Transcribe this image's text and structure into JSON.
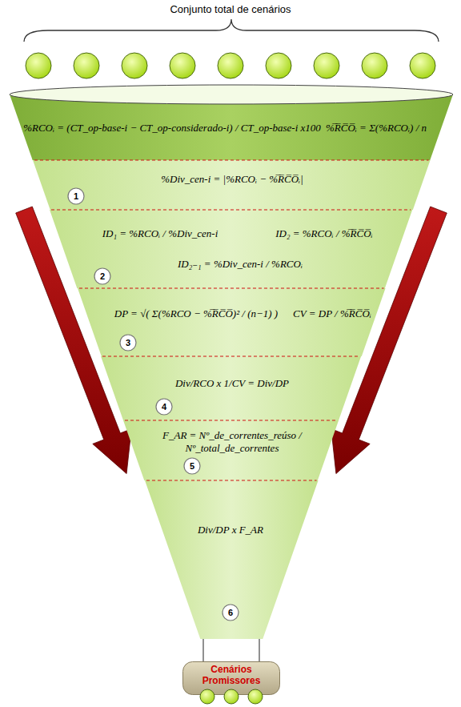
{
  "diagram": {
    "nodes": [
      {
        "text": [
          "%RCOᵢ = (CT_op-base-i − CT_op-considerado-i) / CT_op-base-i x100",
          "%̅R̅C̅O̅ᵢ = Σ(%RCOᵢ) / n"
        ]
      },
      {
        "text": [
          "%Div_cen-i = |%RCOᵢ − %̅R̅C̅O̅ᵢ|"
        ]
      },
      {
        "text": [
          "1"
        ],
        "in": 1
      },
      {
        "text": [
          "ID₁ = %RCOᵢ / %Div_cen-i",
          "ID₂ = %RCOᵢ / %̅R̅C̅O̅ᵢ",
          "ID₂₋₁ = %Div_cen-i / %RCOᵢ"
        ]
      },
      {
        "text": [
          "2"
        ],
        "in": 3
      },
      {
        "text": [
          "DP = √( Σ(%RCO − %̅R̅C̅O̅)² / (n−1) )",
          "CV = DP / %̅R̅C̅O̅ᵢ"
        ]
      },
      {
        "text": [
          "3"
        ],
        "in": 5
      },
      {
        "text": [
          "Div/RCO x 1/CV = Div/DP"
        ]
      },
      {
        "text": [
          "4"
        ],
        "in": 7
      },
      {
        "text": [
          "F_AR = Nº_de_correntes_reúso / Nº_total_de_correntes"
        ]
      },
      {
        "text": [
          "5"
        ],
        "in": 9
      },
      {
        "text": [
          "Div/DP x F_AR"
        ]
      },
      {
        "text": [
          "6"
        ],
        "in": 11
      },
      {
        "text": [
          "Cenários Promissores"
        ]
      }
    ],
    "labels": [
      "Conjunto total de cenários"
    ]
  }
}
